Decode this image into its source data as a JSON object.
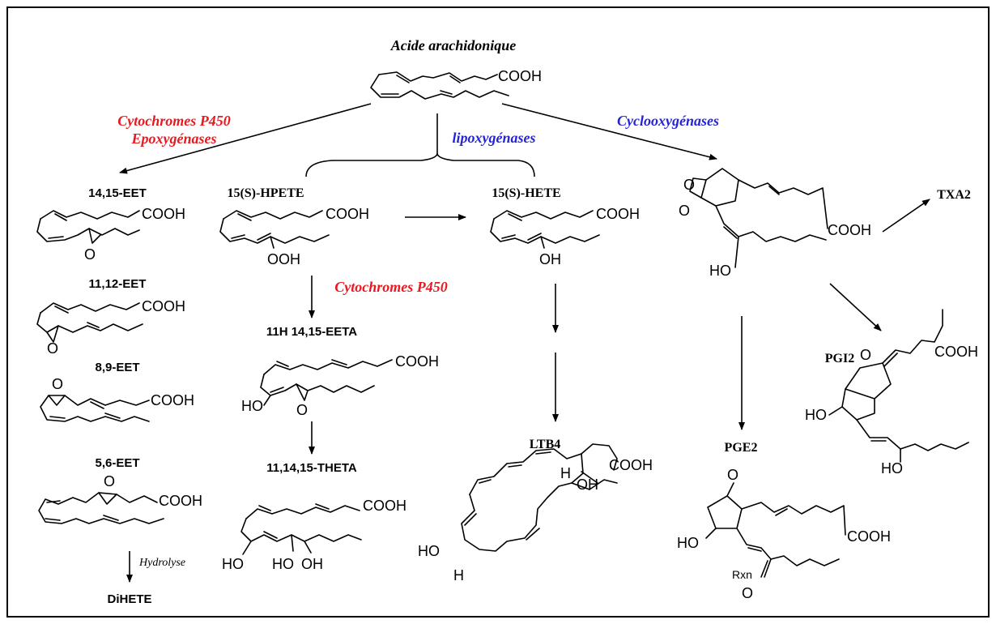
{
  "colors": {
    "red": "#e8191f",
    "blue": "#2424d6",
    "black": "#000000"
  },
  "precursor": {
    "name": "Acide arachidonique",
    "cooh": "COOH"
  },
  "enzymes": {
    "p450_line1": "Cytochromes P450",
    "p450_line2": "Epoxygénases",
    "lox": "lipoxygénases",
    "cox": "Cyclooxygénases",
    "p450_second": "Cytochromes P450",
    "hydrolyse": "Hydrolyse"
  },
  "eets": [
    {
      "name": "14,15-EET",
      "group": "COOH",
      "o": "O"
    },
    {
      "name": "11,12-EET",
      "group": "COOH",
      "o": "O"
    },
    {
      "name": "8,9-EET",
      "group": "COOH",
      "o": "O"
    },
    {
      "name": "5,6-EET",
      "group": "COOH",
      "o": "O"
    }
  ],
  "dihete": "DiHETE",
  "hpete": {
    "name": "15(S)-HPETE",
    "group": "COOH",
    "ooh": "OOH"
  },
  "eeta": {
    "name": "11H 14,15-EETA",
    "group": "COOH",
    "ho": "HO",
    "o": "O"
  },
  "theta": {
    "name": "11,14,15-THETA",
    "group": "COOH",
    "ho1": "HO",
    "ho2": "HO",
    "oh": "OH"
  },
  "hete": {
    "name": "15(S)-HETE",
    "group": "COOH",
    "oh": "OH"
  },
  "ltb4": {
    "name": "LTB4",
    "group": "COOH",
    "h1": "H",
    "oh": "OH",
    "ho": "HO",
    "h2": "H"
  },
  "pgh2": {
    "group": "COOH",
    "ho": "HO",
    "o1": "O",
    "o2": "O"
  },
  "txa2": "TXA2",
  "pgi2": {
    "name": "PGI2",
    "group": "COOH",
    "o": "O",
    "ho1": "HO",
    "ho2": "HO"
  },
  "pge2": {
    "name": "PGE2",
    "group": "COOH",
    "o": "O",
    "ho": "HO",
    "rxn": "Rxn",
    "o2": "O"
  }
}
